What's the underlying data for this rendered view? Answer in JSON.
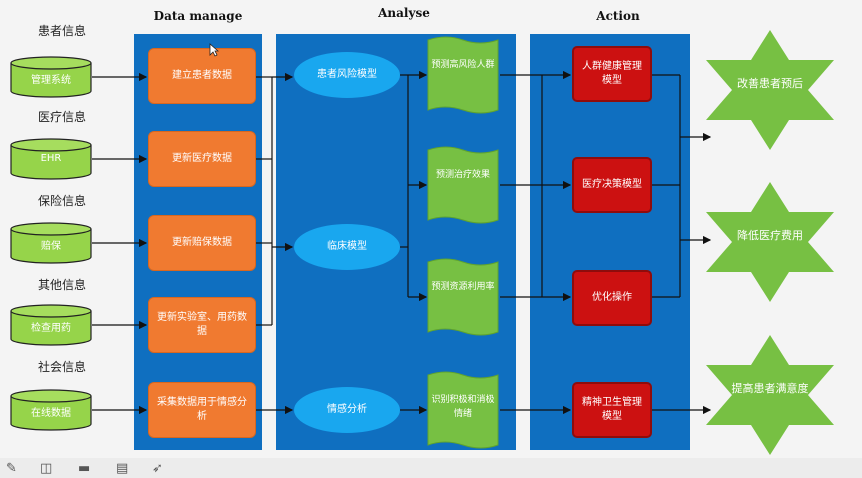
{
  "headers": {
    "data": "Data manage",
    "analyse": "Analyse",
    "action": "Action"
  },
  "sources": [
    {
      "label": "患者信息",
      "db": "管理系统"
    },
    {
      "label": "医疗信息",
      "db": "EHR"
    },
    {
      "label": "保险信息",
      "db": "赔保"
    },
    {
      "label": "其他信息",
      "db": "检查用药"
    },
    {
      "label": "社会信息",
      "db": "在线数据"
    }
  ],
  "data_steps": [
    "建立患者数据",
    "更新医疗数据",
    "更新赔保数据",
    "更新实验室、用药数据",
    "采集数据用于情感分析"
  ],
  "models": [
    "患者风险模型",
    "临床模型",
    "情感分析"
  ],
  "predictions": [
    "预测高风险人群",
    "预测治疗效果",
    "预测资源利用率",
    "识别积极和消极情绪"
  ],
  "actions": [
    "人群健康管理模型",
    "医疗决策模型",
    "优化操作",
    "精神卫生管理模型"
  ],
  "outcomes": [
    "改善患者预后",
    "降低医疗费用",
    "提高患者满意度"
  ],
  "toolbar": [
    "pen-icon",
    "camera-icon",
    "video-icon",
    "caption-icon",
    "pointer-icon"
  ],
  "colors": {
    "panel": "#0f6fc0",
    "orange": "#f07a30",
    "cyan": "#19a7ef",
    "green": "#77c043",
    "red": "#cc1111"
  }
}
